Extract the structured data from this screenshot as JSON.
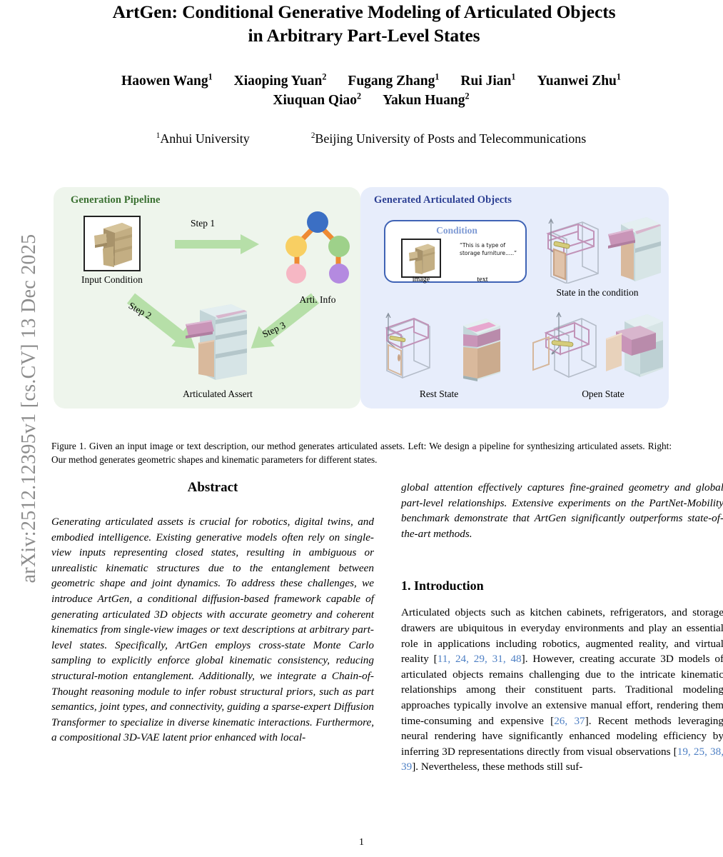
{
  "arxiv_stamp": "arXiv:2512.12395v1  [cs.CV]  13 Dec 2025",
  "paper": {
    "title_line1": "ArtGen: Conditional Generative Modeling of Articulated Objects",
    "title_line2": "in Arbitrary Part-Level States",
    "authors_row1": [
      {
        "name": "Haowen Wang",
        "affil": "1"
      },
      {
        "name": "Xiaoping Yuan",
        "affil": "2"
      },
      {
        "name": "Fugang Zhang",
        "affil": "1"
      },
      {
        "name": "Rui Jian",
        "affil": "1"
      },
      {
        "name": "Yuanwei Zhu",
        "affil": "1"
      }
    ],
    "authors_row2": [
      {
        "name": "Xiuquan Qiao",
        "affil": "2"
      },
      {
        "name": "Yakun Huang",
        "affil": "2"
      }
    ],
    "affiliations": [
      {
        "mark": "1",
        "name": "Anhui University"
      },
      {
        "mark": "2",
        "name": "Beijing University of Posts and Telecommunications"
      }
    ],
    "page_number": "1"
  },
  "figure": {
    "caption_label": "Figure 1.",
    "caption_text": "Given an input image or text description, our method generates articulated assets. Left: We design a pipeline for synthesizing articulated assets. Right: Our method generates geometric shapes and kinematic parameters for different states.",
    "left_panel": {
      "title": "Generation Pipeline",
      "title_color": "#3a7031",
      "background": "#eef5ec",
      "input_label": "Input Condition",
      "arti_label": "Arti. Info",
      "asset_label": "Articulated Assert",
      "arrows": [
        {
          "label": "Step 1"
        },
        {
          "label": "Step 2"
        },
        {
          "label": "Step 3"
        }
      ],
      "arrow_color": "#b6dfa8",
      "tree_nodes": [
        {
          "name": "root",
          "color": "#3b6fc4"
        },
        {
          "name": "left-child",
          "color": "#f8cf63"
        },
        {
          "name": "right-child",
          "color": "#9ed18a"
        },
        {
          "name": "left-leaf",
          "color": "#f6b7c4"
        },
        {
          "name": "right-leaf",
          "color": "#b48ae0"
        }
      ],
      "tree_edge_color": "#ee8a33"
    },
    "right_panel": {
      "title": "Generated Articulated Objects",
      "title_color": "#2c3f93",
      "background": "#e7edfb",
      "condition_card": {
        "title": "Condition",
        "title_color": "#7e9ad4",
        "border_color": "#3f63b5",
        "image_caption": "image",
        "text_caption": "text",
        "quote": "“This is a type of storage furniture.....”"
      },
      "state_labels": [
        "State in the condition",
        "Rest State",
        "Open State"
      ]
    }
  },
  "abstract": {
    "heading": "Abstract",
    "text": "Generating articulated assets is crucial for robotics, digital twins, and embodied intelligence. Existing generative models often rely on single-view inputs representing closed states, resulting in ambiguous or unrealistic kinematic structures due to the entanglement between geometric shape and joint dynamics. To address these challenges, we introduce ArtGen, a conditional diffusion-based framework capable of generating articulated 3D objects with accurate geometry and coherent kinematics from single-view images or text descriptions at arbitrary part-level states. Specifically, ArtGen employs cross-state Monte Carlo sampling to explicitly enforce global kinematic consistency, reducing structural-motion entanglement. Additionally, we integrate a Chain-of-Thought reasoning module to infer robust structural priors, such as part semantics, joint types, and connectivity, guiding a sparse-expert Diffusion Transformer to specialize in diverse kinematic interactions. Furthermore, a compositional 3D-VAE latent prior enhanced with local-",
    "text_continued": "global attention effectively captures fine-grained geometry and global part-level relationships. Extensive experiments on the PartNet-Mobility benchmark demonstrate that ArtGen significantly outperforms state-of-the-art methods."
  },
  "introduction": {
    "heading": "1. Introduction",
    "paragraph_parts": [
      "Articulated objects such as kitchen cabinets, refrigerators, and storage drawers are ubiquitous in everyday environments and play an essential role in applications including robotics, augmented reality, and virtual reality [",
      "11, 24, 29, 31, 48",
      "]. However, creating accurate 3D models of articulated objects remains challenging due to the intricate kinematic relationships among their constituent parts. Traditional modeling approaches typically involve an extensive manual effort, rendering them time-consuming and expensive [",
      "26, 37",
      "]. Recent methods leveraging neural rendering have significantly enhanced modeling efficiency by inferring 3D representations directly from visual observations [",
      "19, 25, 38, 39",
      "]. Nevertheless, these methods still suf-"
    ],
    "citation_color": "#4d7fc4"
  }
}
